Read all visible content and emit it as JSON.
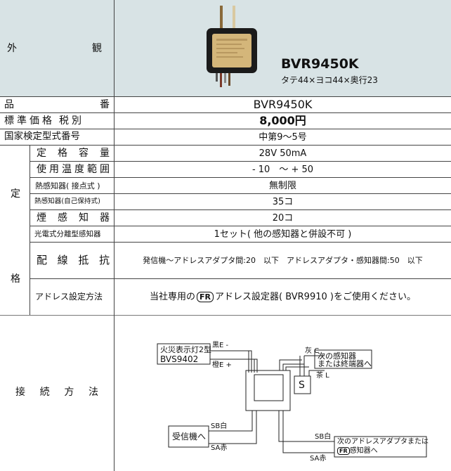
{
  "appearance": {
    "label_chars": [
      "外",
      "観"
    ],
    "product_name": "BVR9450K",
    "dimensions": "タテ44×ヨコ44×奥行23"
  },
  "rows": {
    "hinban": {
      "label": [
        "品",
        "番"
      ],
      "value": "BVR9450K"
    },
    "price": {
      "label": [
        "標",
        "準",
        "価",
        "格",
        "税",
        "別"
      ],
      "value": "8,000円"
    },
    "kentei": {
      "label": "国家検定型式番号",
      "value": "中第9～5号"
    }
  },
  "specs": {
    "group_label": [
      "定",
      "格"
    ],
    "items": [
      {
        "label": [
          "定",
          "格",
          "容",
          "量"
        ],
        "value": "28V 50mA"
      },
      {
        "label": [
          "使",
          "用",
          "温",
          "度",
          "範",
          "囲"
        ],
        "value": "- 10　～ + 50"
      },
      {
        "label": "熱感知器( 接点式 )",
        "value": "無制限"
      },
      {
        "label": "熱感知器(自己保持式)",
        "value": "35コ"
      },
      {
        "label": [
          "煙",
          "感",
          "知",
          "器"
        ],
        "value": "20コ"
      },
      {
        "label": "光電式分離型感知器",
        "value": "1セット( 他の感知器と併設不可 )"
      },
      {
        "label": [
          "配",
          "線",
          "抵",
          "抗"
        ],
        "value": "発信機～アドレスアダプタ間:20　以下　アドレスアダプタ・感知器間:50　以下"
      },
      {
        "label": "アドレス設定方法",
        "value_prefix": "当社専用の",
        "value_badge": "FR",
        "value_suffix": "アドレス設定器( BVR9910 )をご使用ください。"
      }
    ]
  },
  "connection": {
    "label_chars": [
      "接",
      "続",
      "方",
      "法"
    ],
    "diagram": {
      "fire_display_line1": "火災表示灯2型",
      "fire_display_line2": "BVS9402",
      "wire_black": "黒E -",
      "wire_orange": "橙E +",
      "wire_gray": "灰 C",
      "wire_brown": "茶 L",
      "next_sensor_line1": "次の感知器",
      "next_sensor_line2": "または終端器へ",
      "s_box": "S",
      "receiver": "受信機へ",
      "sb_white_left": "SB白",
      "sa_red_left": "SA赤",
      "sb_white_right": "SB白",
      "sa_red_right": "SA赤",
      "next_adapter_line1": "次のアドレスアダプタまたは",
      "next_adapter_badge": "FR",
      "next_adapter_line2": "感知器へ"
    }
  }
}
